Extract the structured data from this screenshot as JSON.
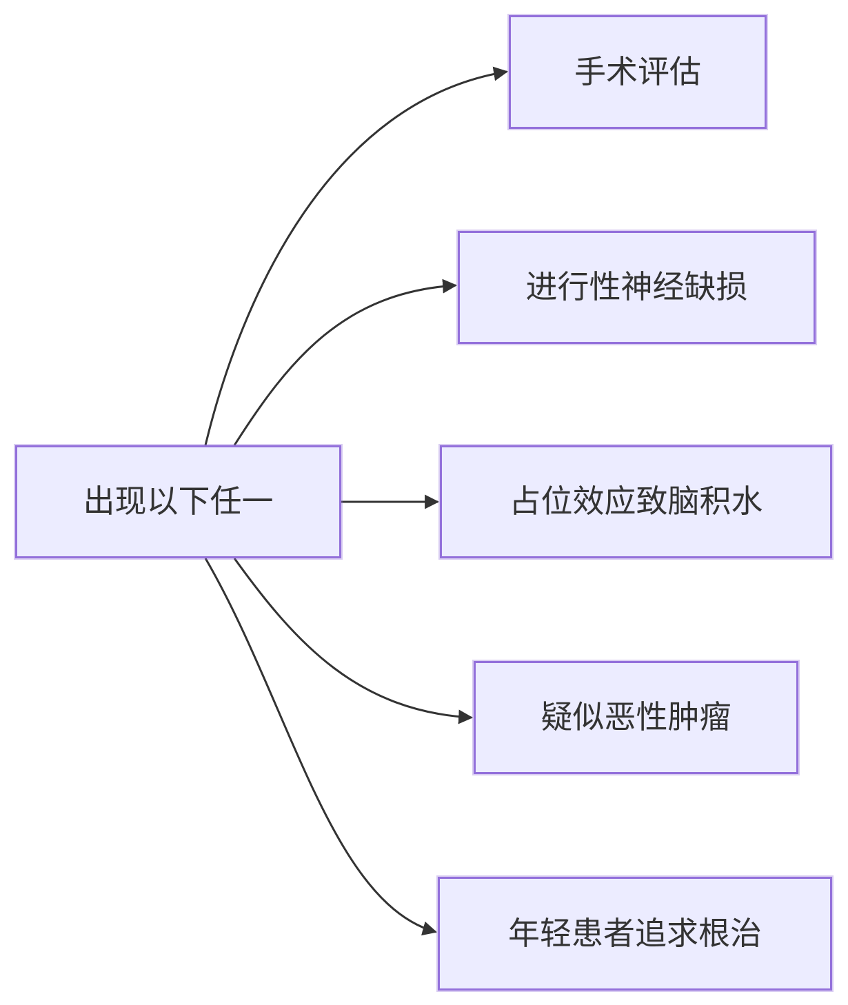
{
  "diagram": {
    "type": "flowchart",
    "direction": "left-to-right",
    "background": "#FFFFFF",
    "node_style": {
      "fill": "#ECECFF",
      "border": "#9370DB",
      "text_color": "#333333"
    },
    "edge_style": {
      "color": "#333333",
      "arrowhead": "filled-triangle"
    },
    "nodes": {
      "source": {
        "label": "出现以下任一"
      },
      "targets": [
        {
          "label": "手术评估"
        },
        {
          "label": "进行性神经缺损"
        },
        {
          "label": "占位效应致脑积水"
        },
        {
          "label": "疑似恶性肿瘤"
        },
        {
          "label": "年轻患者追求根治"
        }
      ]
    },
    "edges": [
      {
        "from": "出现以下任一",
        "to": "手术评估"
      },
      {
        "from": "出现以下任一",
        "to": "进行性神经缺损"
      },
      {
        "from": "出现以下任一",
        "to": "占位效应致脑积水"
      },
      {
        "from": "出现以下任一",
        "to": "疑似恶性肿瘤"
      },
      {
        "from": "出现以下任一",
        "to": "年轻患者追求根治"
      }
    ]
  }
}
